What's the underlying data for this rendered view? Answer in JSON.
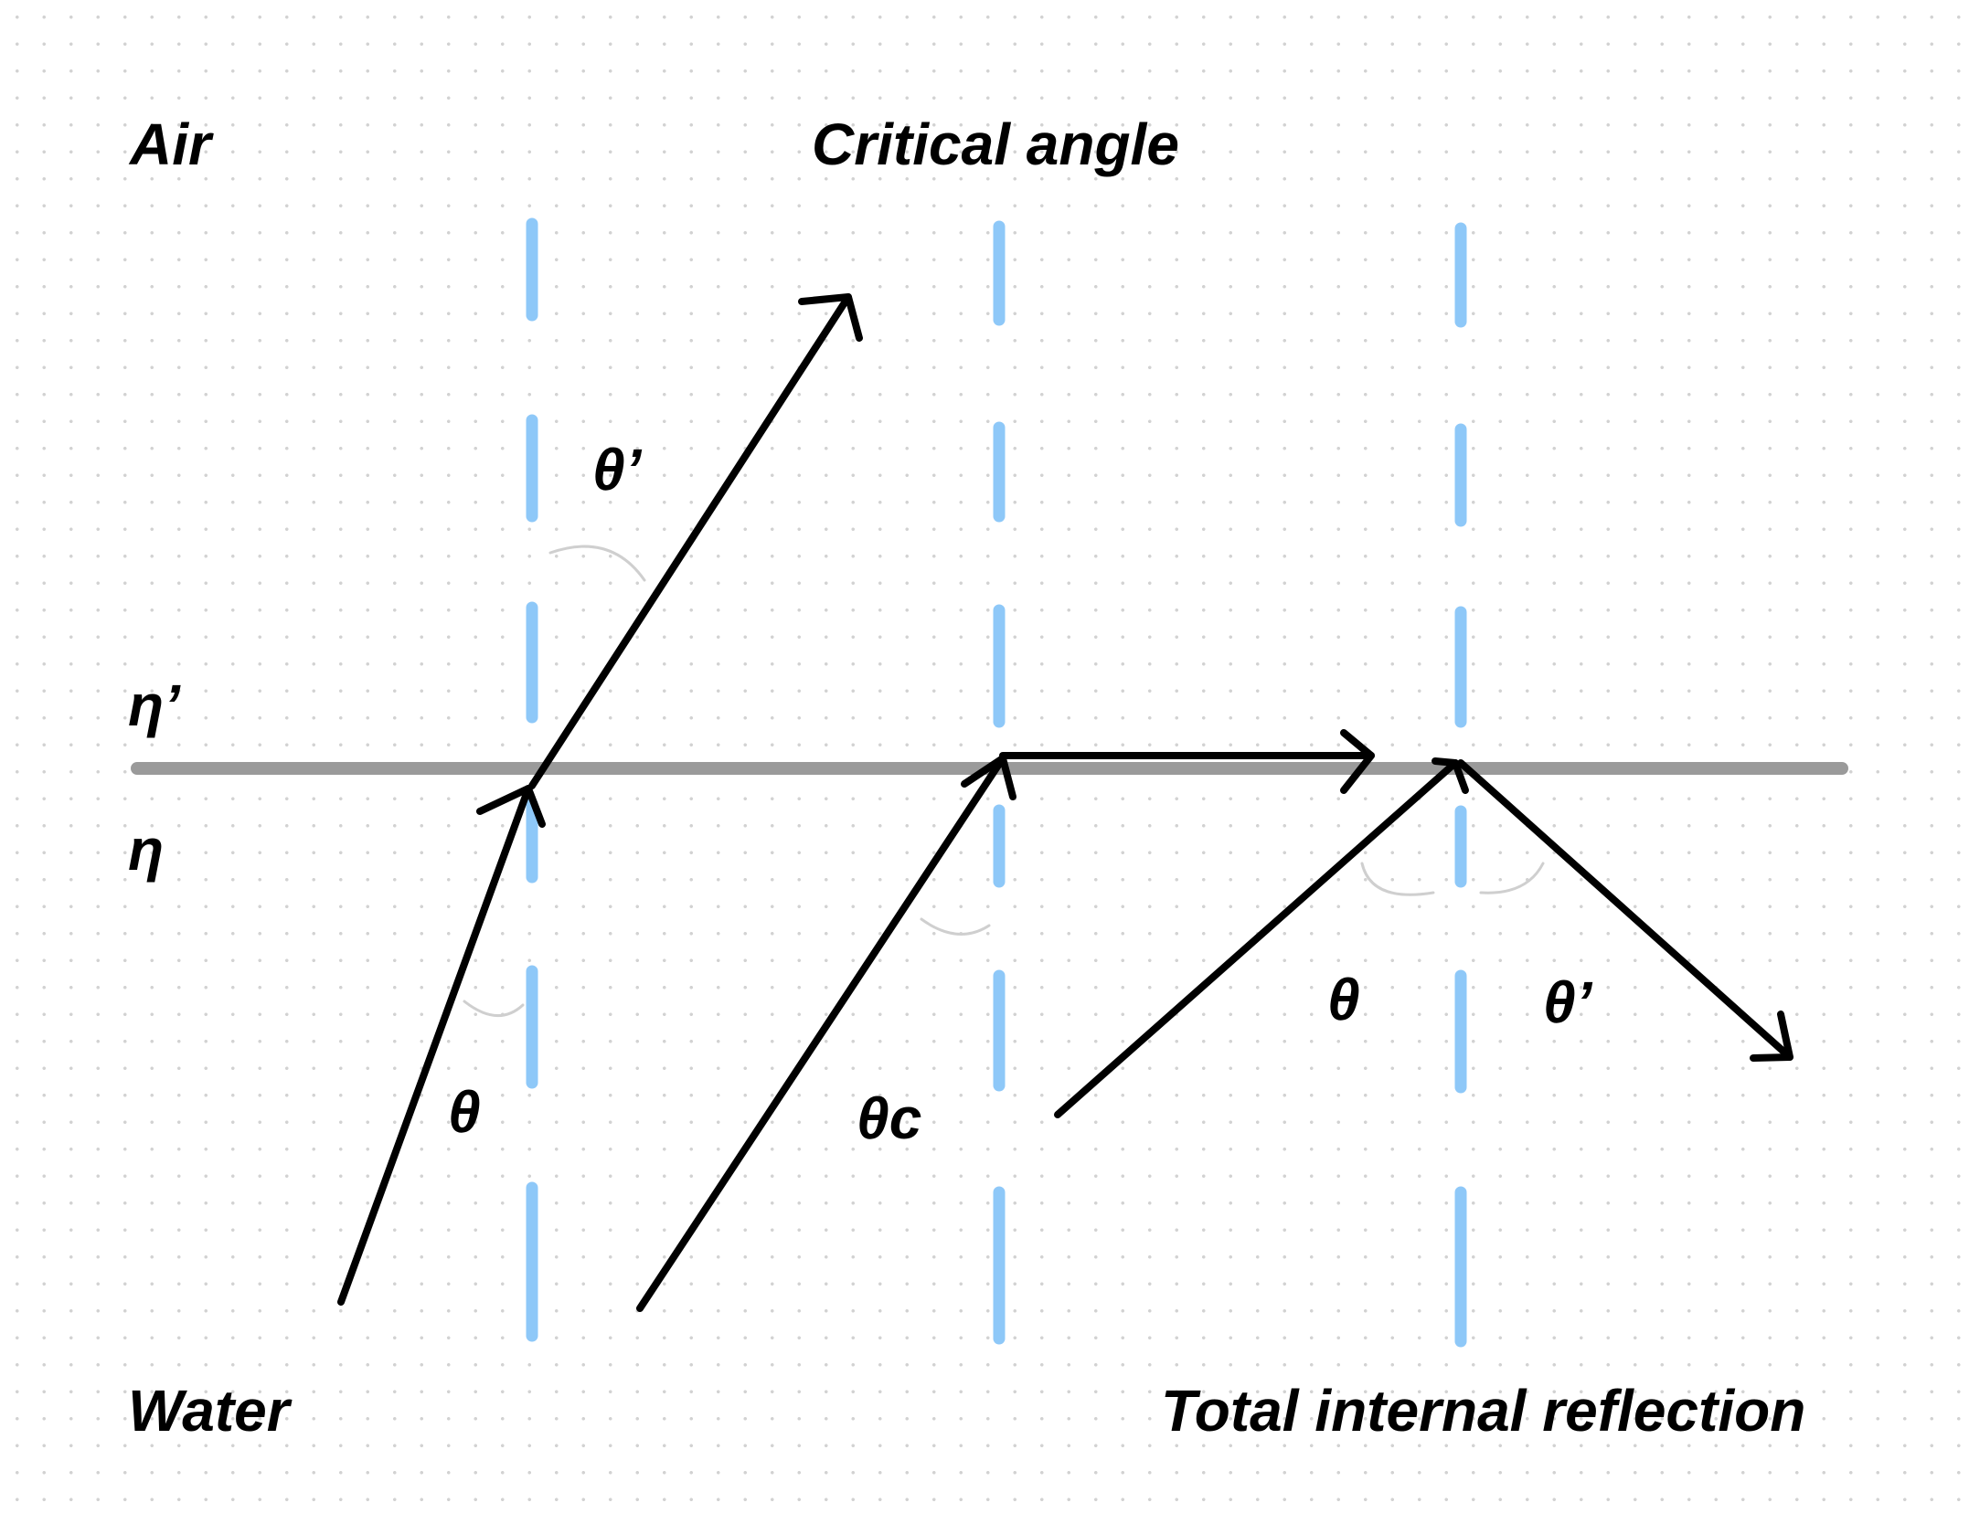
{
  "labels": {
    "air": "Air",
    "water": "Water",
    "critical_angle": "Critical angle",
    "total_internal_reflection": "Total internal reflection",
    "eta_prime": "η’",
    "eta": "η",
    "theta_prime_refracted": "θ’",
    "theta_incident_1": "θ",
    "theta_c": "θc",
    "theta_incident_3": "θ",
    "theta_prime_reflected": "θ’"
  },
  "colors": {
    "background": "#ffffff",
    "grid_dots": "#d2d2d2",
    "interface_line": "#9a9a9a",
    "normal_dashes": "#8ec8f8",
    "rays": "#000000",
    "angle_arcs": "#cfcfcf",
    "text": "#000000"
  }
}
